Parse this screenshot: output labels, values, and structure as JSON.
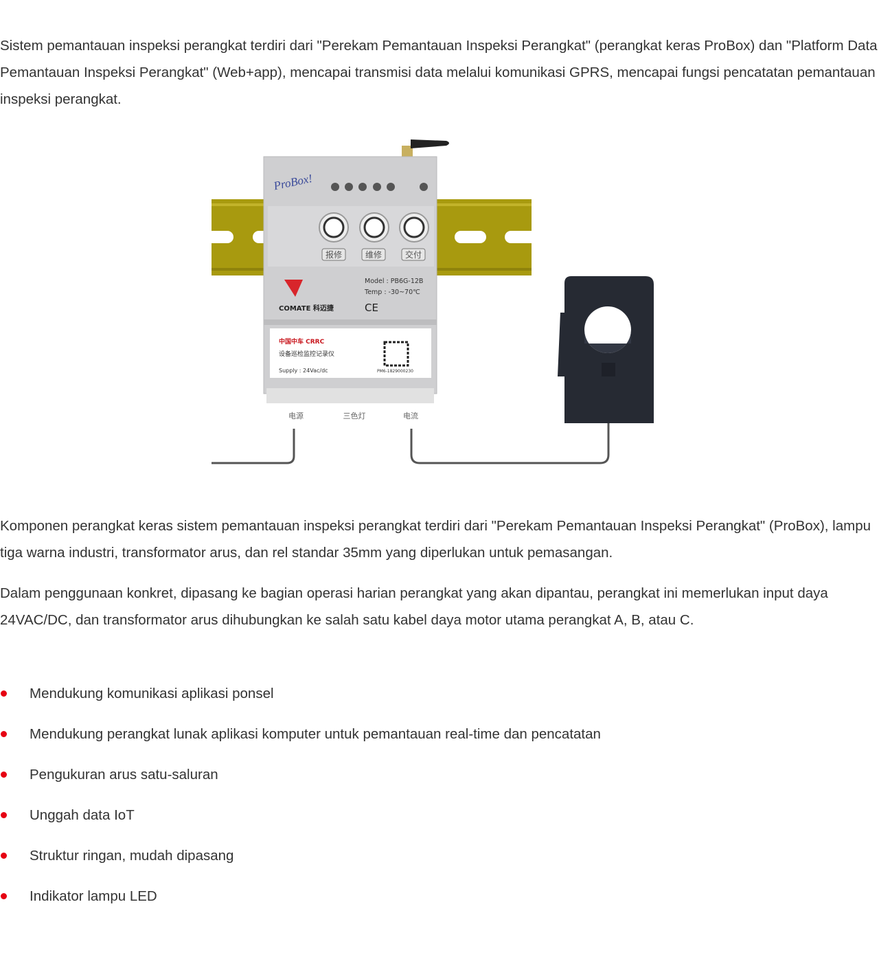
{
  "intro": "Sistem pemantauan inspeksi perangkat terdiri dari \"Perekam Pemantauan Inspeksi Perangkat\" (perangkat keras ProBox) dan \"Platform Data Pemantauan Inspeksi Perangkat\" (Web+app), mencapai transmisi data melalui komunikasi GPRS, mencapai fungsi pencatatan pemantauan inspeksi perangkat.",
  "device": {
    "brand_logo": "ProBox!",
    "buttons": [
      "报修",
      "维修",
      "交付"
    ],
    "maker_logo": "COMATE 科迈捷",
    "model": "Model : PB6G-12B",
    "temp": "Temp : -30~70℃",
    "ce_mark": "CE",
    "label_logo": "中国中车 CRRC",
    "label_name": "设备巡检监控记录仪",
    "supply": "Supply :  24Vac/dc",
    "serial": "PM6-1829000230",
    "ports": [
      "电源",
      "三色灯",
      "电流"
    ],
    "rail_color": "#a89a0f"
  },
  "components": "Komponen perangkat keras sistem pemantauan inspeksi perangkat terdiri dari \"Perekam Pemantauan Inspeksi Perangkat\" (ProBox), lampu tiga warna industri, transformator arus, dan rel standar 35mm yang diperlukan untuk pemasangan.",
  "usage": "Dalam penggunaan konkret, dipasang ke bagian operasi harian perangkat yang akan dipantau, perangkat ini memerlukan input daya 24VAC/DC, dan transformator arus dihubungkan ke salah satu kabel daya motor utama perangkat A, B, atau C.",
  "bullet_color": "#e60012",
  "features": [
    "Mendukung komunikasi aplikasi ponsel",
    "Mendukung perangkat lunak aplikasi komputer untuk pemantauan real-time dan pencatatan",
    "Pengukuran arus satu-saluran",
    "Unggah data IoT",
    "Struktur ringan, mudah dipasang",
    "Indikator lampu LED"
  ]
}
